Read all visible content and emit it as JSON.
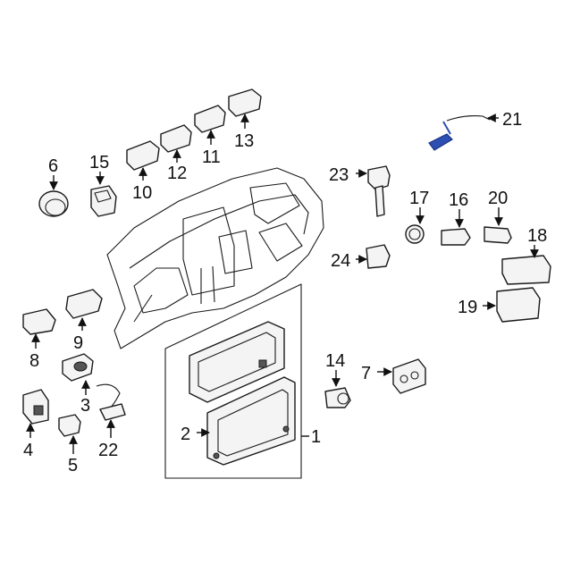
{
  "diagram": {
    "callouts": {
      "c1": "1",
      "c2": "2",
      "c3": "3",
      "c4": "4",
      "c5": "5",
      "c6": "6",
      "c7": "7",
      "c8": "8",
      "c9": "9",
      "c10": "10",
      "c11": "11",
      "c12": "12",
      "c13": "13",
      "c14": "14",
      "c15": "15",
      "c16": "16",
      "c17": "17",
      "c18": "18",
      "c19": "19",
      "c20": "20",
      "c21": "21",
      "c22": "22",
      "c23": "23",
      "c24": "24"
    },
    "colors": {
      "line": "#1a1a1a",
      "highlight": "#2d4fb3",
      "background": "#ffffff"
    }
  }
}
